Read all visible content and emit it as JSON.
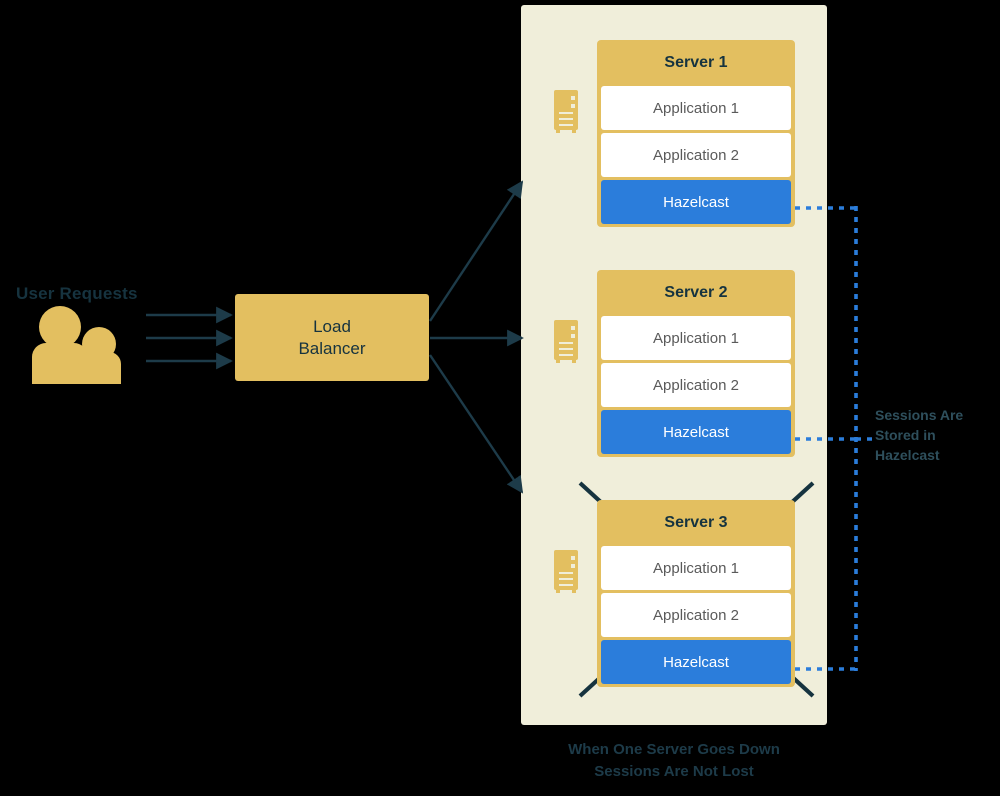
{
  "diagram": {
    "title": "Hazelcast session replication across load-balanced servers",
    "colors": {
      "background": "#000000",
      "panel": "#F0EEDA",
      "gold": "#E3BF60",
      "hazelcast_blue": "#2B7DDB",
      "arrow_teal": "#1D3B49",
      "text_dark": "#16333F",
      "text_gray": "#5A5A5A",
      "note_teal": "#2E4F5C"
    }
  },
  "users": {
    "label": "User Requests",
    "icon": "users-icon",
    "arrow_count": 3
  },
  "load_balancer": {
    "label_line1": "Load",
    "label_line2": "Balancer",
    "outgoing_arrows": 3
  },
  "servers": [
    {
      "title": "Server 1",
      "rack_icon": "server-rack-icon",
      "down": false,
      "rows": [
        {
          "label": "Application 1",
          "kind": "app"
        },
        {
          "label": "Application 2",
          "kind": "app"
        },
        {
          "label": "Hazelcast",
          "kind": "hazelcast"
        }
      ]
    },
    {
      "title": "Server 2",
      "rack_icon": "server-rack-icon",
      "down": false,
      "rows": [
        {
          "label": "Application 1",
          "kind": "app"
        },
        {
          "label": "Application 2",
          "kind": "app"
        },
        {
          "label": "Hazelcast",
          "kind": "hazelcast"
        }
      ]
    },
    {
      "title": "Server 3",
      "rack_icon": "server-rack-icon",
      "down": true,
      "down_marker": "x-cross-icon",
      "rows": [
        {
          "label": "Application 1",
          "kind": "app"
        },
        {
          "label": "Application 2",
          "kind": "app"
        },
        {
          "label": "Hazelcast",
          "kind": "hazelcast"
        }
      ]
    }
  ],
  "side_note": {
    "line1": "Sessions Are",
    "line2": "Stored in",
    "line3": "Hazelcast",
    "connector_style": "dotted",
    "connector_color": "#2B7DDB"
  },
  "caption": {
    "line1": "When One Server Goes Down",
    "line2": "Sessions Are Not Lost"
  }
}
